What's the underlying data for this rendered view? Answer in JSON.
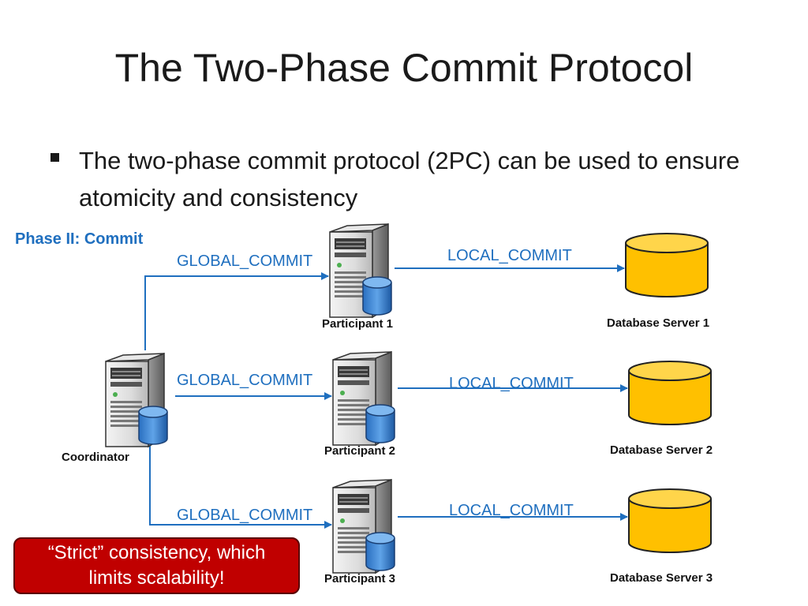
{
  "slide": {
    "title": "The Two-Phase Commit Protocol",
    "bullet": "The two-phase commit protocol (2PC) can be used to ensure atomicity and consistency"
  },
  "diagram": {
    "phase_label": "Phase II: Commit",
    "coordinator_label": "Coordinator",
    "participants": [
      {
        "label": "Participant 1",
        "to_participant_msg": "GLOBAL_COMMIT",
        "to_db_msg": "LOCAL_COMMIT",
        "db_label": "Database Server 1"
      },
      {
        "label": "Participant 2",
        "to_participant_msg": "GLOBAL_COMMIT",
        "to_db_msg": "LOCAL_COMMIT",
        "db_label": "Database Server 2"
      },
      {
        "label": "Participant 3",
        "to_participant_msg": "GLOBAL_COMMIT",
        "to_db_msg": "LOCAL_COMMIT",
        "db_label": "Database Server 3"
      }
    ],
    "callout": {
      "line1": "“Strict” consistency, which",
      "line2": "limits scalability!"
    },
    "colors": {
      "arrow": "#1f6fbf",
      "db_fill": "#ffc000",
      "callout_fill": "#c00000"
    }
  }
}
